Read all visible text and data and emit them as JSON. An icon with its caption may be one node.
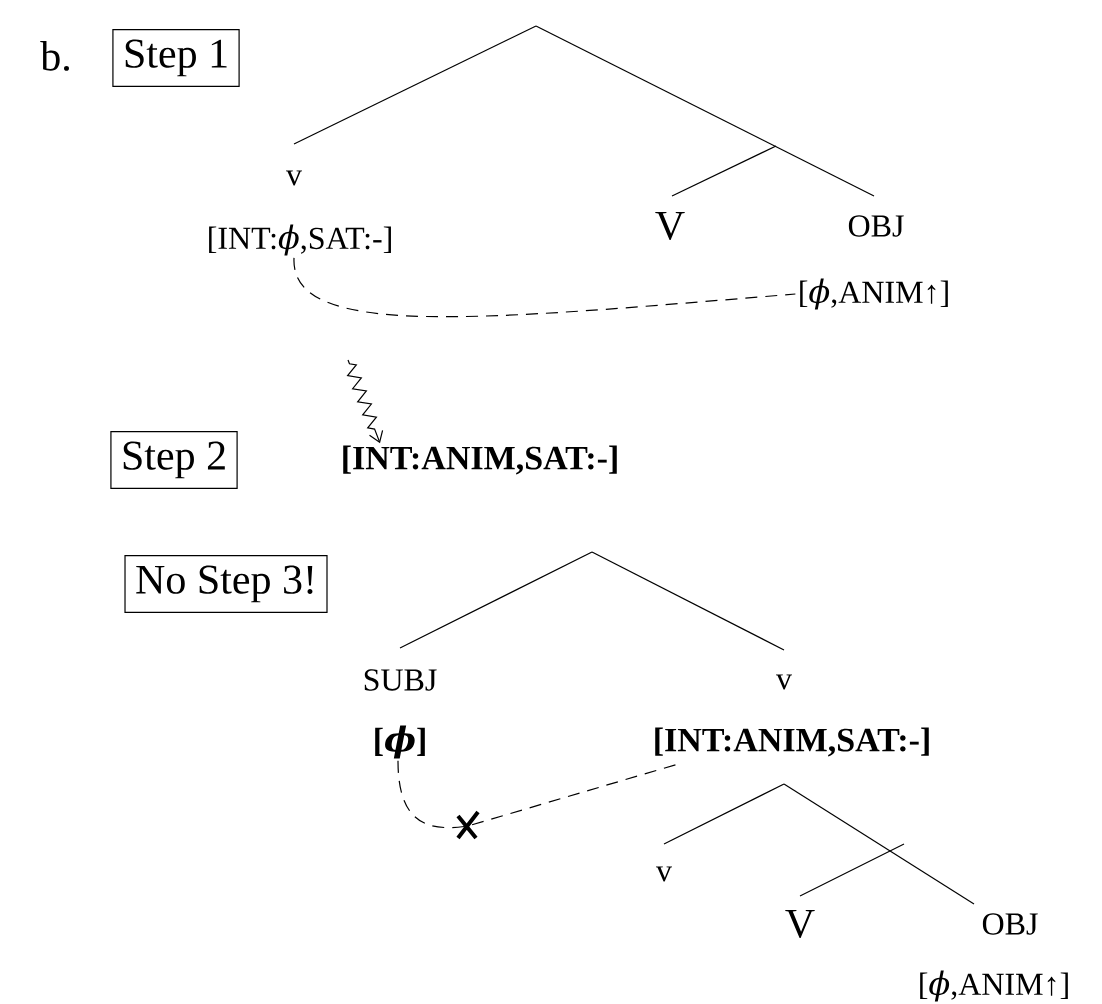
{
  "diagram": {
    "nodes": [
      {
        "text": [
          "Step 1"
        ]
      },
      {
        "text": [
          "[INT:ϕ,SAT:-]"
        ]
      },
      {
        "text": [
          "[ϕ,ANIM↑]"
        ]
      },
      {
        "text": [
          "Step 2"
        ]
      },
      {
        "text": [
          "[INT:ANIM,SAT:-]"
        ]
      },
      {
        "text": [
          "No Step 3!"
        ]
      },
      {
        "text": [
          "[ϕ]"
        ]
      },
      {
        "text": [
          "[INT:ANIM,SAT:-]"
        ]
      },
      {
        "text": [
          "[ϕ,ANIM↑]"
        ]
      }
    ],
    "edges": [
      {
        "from": 1,
        "to": 2,
        "arrow": "none",
        "style": "dashed"
      },
      {
        "from": null,
        "to": 4,
        "arrow": "to"
      },
      {
        "from": 6,
        "to": 7,
        "arrow": "none",
        "style": "dashed"
      }
    ],
    "labels": [
      "b.",
      "v",
      "V",
      "OBJ",
      "SUBJ",
      "v",
      "v",
      "V",
      "OBJ"
    ]
  }
}
